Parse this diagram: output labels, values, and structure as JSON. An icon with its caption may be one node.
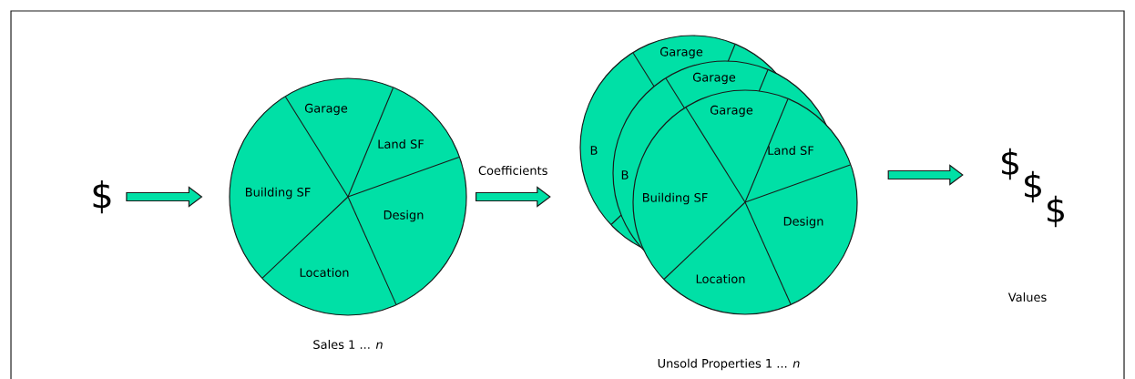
{
  "diagram": {
    "nodes": [
      {
        "text": [
          "$"
        ]
      },
      {
        "text": [
          "Garage",
          "Land SF",
          "Building SF",
          "Design",
          "Location"
        ],
        "beside": [
          "Sales 1 ... *n*"
        ]
      },
      {
        "text": [
          "Garage",
          "B",
          "Garage",
          "B",
          "Garage",
          "Land SF",
          "Building SF",
          "Design",
          "Location"
        ],
        "beside": [
          "Unsold Properties 1 ... *n*"
        ]
      },
      {
        "text": [
          "$",
          "$",
          "$"
        ],
        "beside": [
          "Values"
        ]
      }
    ],
    "edges": [
      {
        "from": 0,
        "to": 1,
        "arrow": "to"
      },
      {
        "from": 1,
        "to": 2,
        "arrow": "to",
        "label": "Coefficients"
      },
      {
        "from": 2,
        "to": 3,
        "arrow": "to"
      }
    ]
  }
}
